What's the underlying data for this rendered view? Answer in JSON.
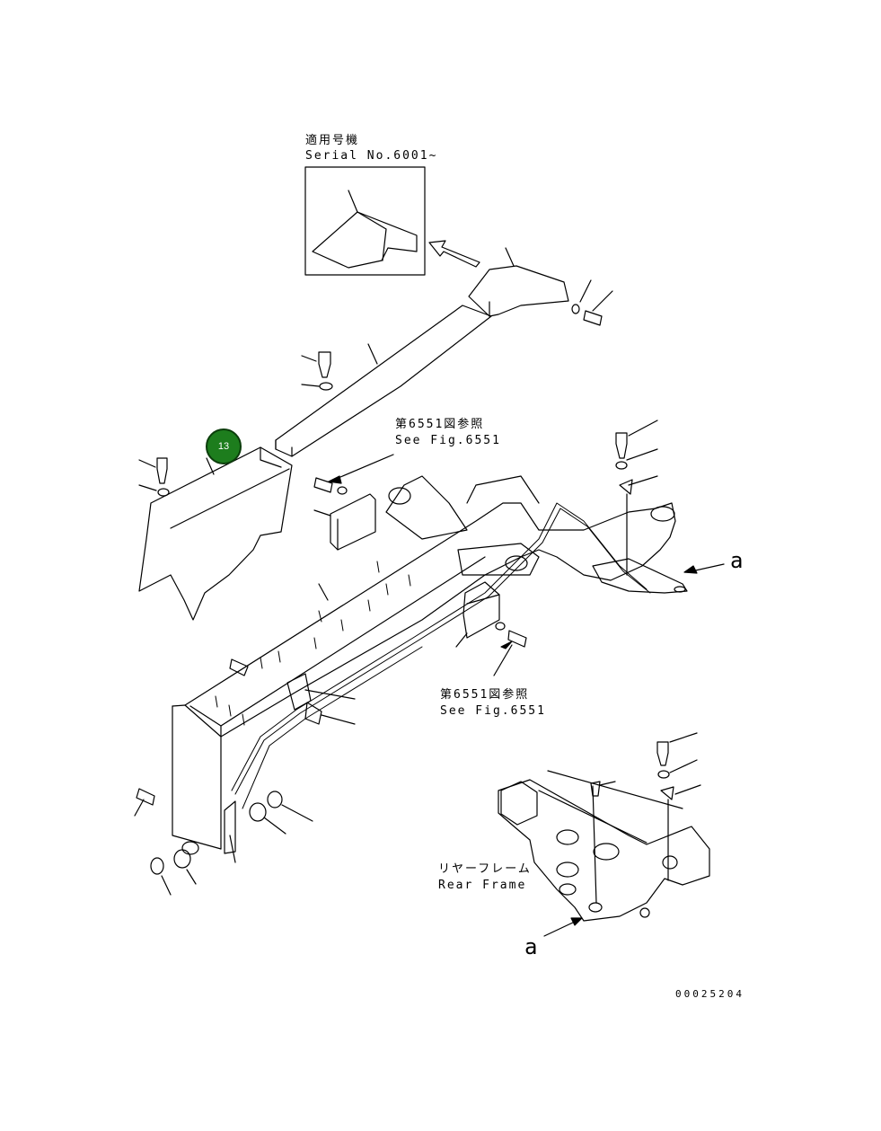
{
  "labels": {
    "serial_jp": "適用号機",
    "serial_en": "Serial No.6001~",
    "see_fig_jp_1": "第6551図参照",
    "see_fig_en_1": "See Fig.6551",
    "see_fig_jp_2": "第6551図参照",
    "see_fig_en_2": "See Fig.6551",
    "rear_frame_jp": "リヤーフレーム",
    "rear_frame_en": "Rear Frame",
    "ref_a_1": "a",
    "ref_a_2": "a"
  },
  "callout": {
    "number": "13",
    "color": "#1d7d1d"
  },
  "drawing_code": "00025204"
}
